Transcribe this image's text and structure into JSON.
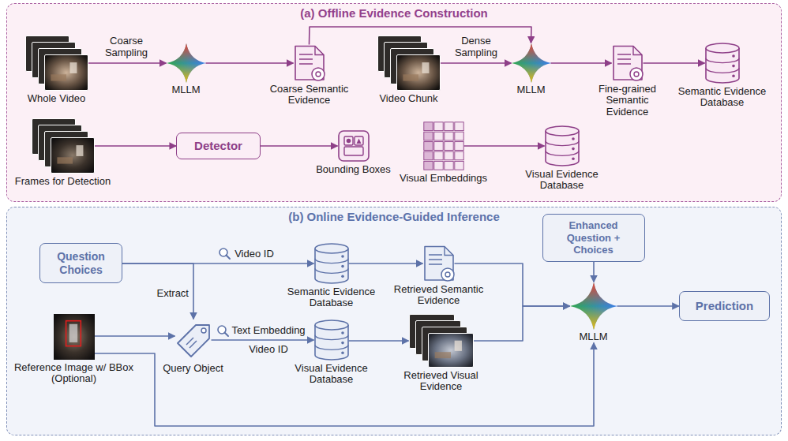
{
  "diagram": {
    "nodes": [
      {
        "text": [
          "(a) Offline Evidence Construction"
        ]
      },
      {
        "text": [
          "Whole Video"
        ],
        "in": 0
      },
      {
        "text": [
          "MLLM"
        ],
        "in": 0
      },
      {
        "text": [
          "Coarse Semantic Evidence"
        ],
        "in": 0
      },
      {
        "text": [
          "Video Chunk"
        ],
        "in": 0
      },
      {
        "text": [
          "MLLM"
        ],
        "in": 0
      },
      {
        "text": [
          "Fine-grained Semantic Evidence"
        ],
        "in": 0
      },
      {
        "text": [
          "Semantic Evidence Database"
        ],
        "in": 0
      },
      {
        "text": [
          "Frames for Detection"
        ],
        "in": 0
      },
      {
        "text": [
          "Detector"
        ],
        "in": 0
      },
      {
        "text": [
          "Bounding Boxes"
        ],
        "in": 0
      },
      {
        "text": [
          "Visual Embeddings"
        ],
        "in": 0
      },
      {
        "text": [
          "Visual Evidence Database"
        ],
        "in": 0
      },
      {
        "text": [
          "(b) Online Evidence-Guided Inference"
        ]
      },
      {
        "text": [
          "Question Choices"
        ],
        "in": 13
      },
      {
        "text": [
          "Semantic Evidence Database"
        ],
        "in": 13
      },
      {
        "text": [
          "Retrieved Semantic Evidence"
        ],
        "in": 13
      },
      {
        "text": [
          "Reference Image w/ BBox (Optional)"
        ],
        "in": 13
      },
      {
        "text": [
          "Query Object"
        ],
        "in": 13
      },
      {
        "text": [
          "Visual Evidence Database"
        ],
        "in": 13
      },
      {
        "text": [
          "Retrieved Visual Evidence"
        ],
        "in": 13
      },
      {
        "text": [
          "Enhanced Question + Choices"
        ],
        "in": 13
      },
      {
        "text": [
          "MLLM"
        ],
        "in": 13
      },
      {
        "text": [
          "Prediction"
        ],
        "in": 13
      }
    ],
    "edges": [
      {
        "from": 1,
        "to": 2,
        "label": "Coarse Sampling",
        "arrow": "to"
      },
      {
        "from": 2,
        "to": 3,
        "arrow": "to"
      },
      {
        "from": 3,
        "to": 5,
        "arrow": "to"
      },
      {
        "from": 4,
        "to": 5,
        "label": "Dense Sampling",
        "arrow": "to"
      },
      {
        "from": 5,
        "to": 6,
        "arrow": "to"
      },
      {
        "from": 6,
        "to": 7,
        "arrow": "to"
      },
      {
        "from": 8,
        "to": 9,
        "arrow": "to"
      },
      {
        "from": 9,
        "to": 10,
        "arrow": "to"
      },
      {
        "from": 11,
        "to": 12,
        "arrow": "to"
      },
      {
        "from": 14,
        "to": 15,
        "label": "Video ID",
        "arrow": "to"
      },
      {
        "from": 14,
        "to": 18,
        "label": "Extract",
        "arrow": "to"
      },
      {
        "from": 17,
        "to": 18,
        "arrow": "to"
      },
      {
        "from": 18,
        "to": 19,
        "label": "Text Embedding",
        "arrow": "to"
      },
      {
        "from": 15,
        "to": 16,
        "arrow": "to"
      },
      {
        "from": 19,
        "to": 20,
        "arrow": "to"
      },
      {
        "from": 16,
        "to": 22,
        "arrow": "to"
      },
      {
        "from": 20,
        "to": 22,
        "arrow": "to"
      },
      {
        "from": 21,
        "to": 22,
        "arrow": "to"
      },
      {
        "from": 22,
        "to": 23,
        "arrow": "to"
      },
      {
        "from": 17,
        "to": 22,
        "arrow": "to"
      }
    ],
    "labels": [
      "Video ID"
    ]
  }
}
